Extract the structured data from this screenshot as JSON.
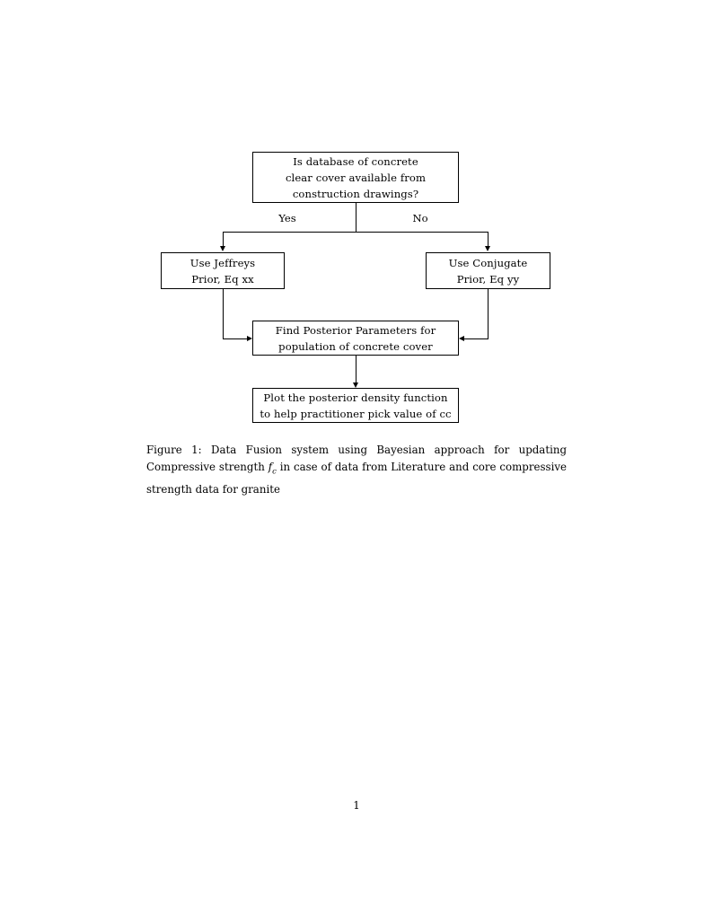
{
  "document": {
    "page_number": "1"
  },
  "figure": {
    "nodes": {
      "decision": {
        "line1": "Is database of concrete",
        "line2": "clear cover available from",
        "line3": "construction drawings?"
      },
      "jeffreys": {
        "line1": "Use Jeffreys",
        "line2": "Prior, Eq xx"
      },
      "conjugate": {
        "line1": "Use Conjugate",
        "line2": "Prior, Eq yy"
      },
      "posterior": {
        "line1": "Find Posterior Parameters for",
        "line2": "population of concrete cover"
      },
      "plot": {
        "line1": "Plot the posterior density function",
        "line2": "to help practitioner pick value of cc"
      }
    },
    "branch_labels": {
      "yes": "Yes",
      "no": "No"
    }
  },
  "caption": {
    "label": "Figure 1:",
    "text_before_math": " Data Fusion system using Bayesian approach for updating Compressive strength ",
    "math_base": "f",
    "math_sub": "c",
    "text_after_math": " in case of data from Literature and core compressive strength data for granite"
  },
  "colors": {
    "ink": "#000000",
    "paper": "#ffffff"
  }
}
